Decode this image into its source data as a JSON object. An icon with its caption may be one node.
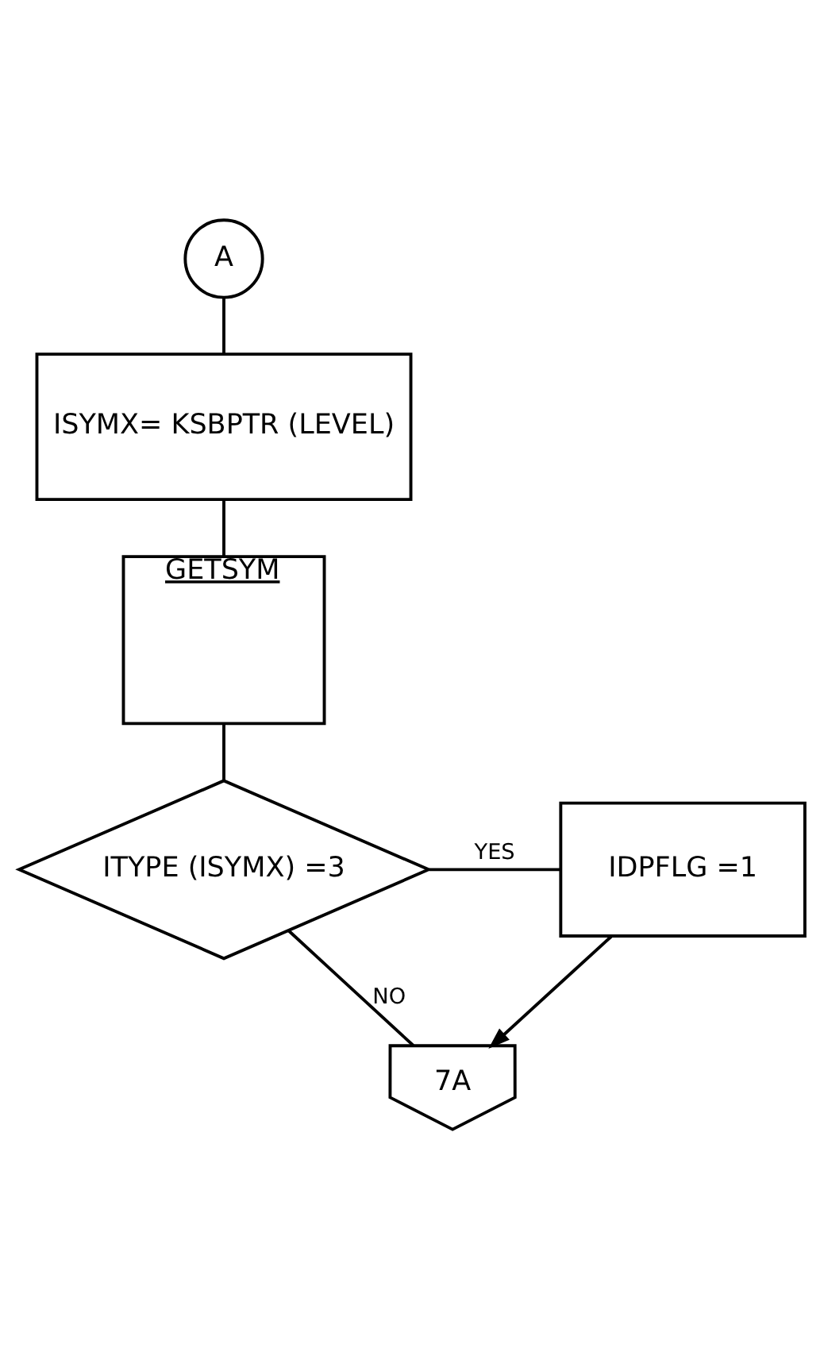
{
  "diagram": {
    "nodes": [
      {
        "text": [
          "A"
        ]
      },
      {
        "text": [
          "ISYMX= KSBPTR (LEVEL)"
        ]
      },
      {
        "text": [
          "GETSYM"
        ]
      },
      {
        "text": [
          "ITYPE (ISYMX) =3"
        ]
      },
      {
        "text": [
          "IDPFLG =1"
        ]
      },
      {
        "text": [
          "7A"
        ]
      }
    ],
    "edges": [
      {
        "from": 0,
        "to": 1,
        "arrow": "none"
      },
      {
        "from": 1,
        "to": 2,
        "arrow": "none"
      },
      {
        "from": 2,
        "to": 3,
        "arrow": "none"
      },
      {
        "from": 3,
        "to": 4,
        "arrow": "none",
        "label": "YES"
      },
      {
        "from": 3,
        "to": 5,
        "arrow": "none",
        "label": "NO"
      },
      {
        "from": 4,
        "to": 5,
        "arrow": "to"
      }
    ]
  }
}
